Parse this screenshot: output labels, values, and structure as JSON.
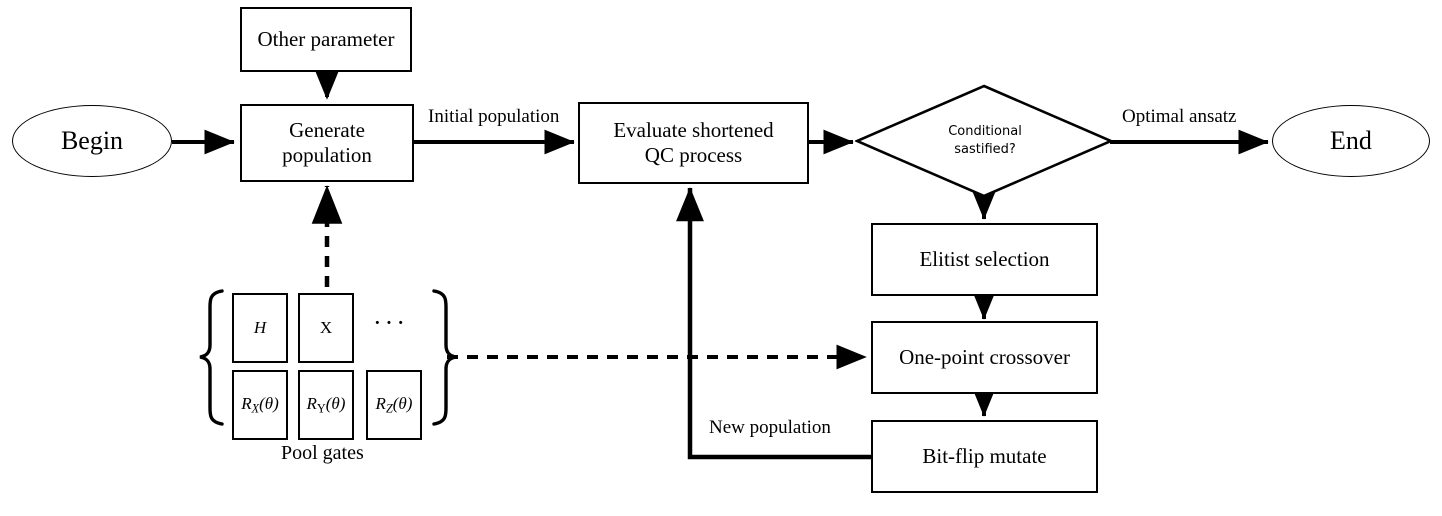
{
  "diagram": {
    "title": "Genetic algorithm quantum ansatz search flowchart",
    "type": "flowchart",
    "colors": {
      "stroke": "#000000",
      "background": "#ffffff",
      "fill": "#ffffff"
    },
    "nodes": {
      "begin": {
        "label": "Begin",
        "shape": "ellipse"
      },
      "other_parameter": {
        "label": "Other parameter",
        "shape": "rectangle"
      },
      "generate_population": {
        "label_line1": "Generate",
        "label_line2": "population",
        "shape": "rectangle"
      },
      "evaluate": {
        "label_line1": "Evaluate shortened",
        "label_line2": "QC process",
        "shape": "rectangle"
      },
      "conditional": {
        "label_line1": "Conditional",
        "label_line2": "sastified?",
        "shape": "diamond"
      },
      "end": {
        "label": "End",
        "shape": "ellipse"
      },
      "elitist_selection": {
        "label": "Elitist selection",
        "shape": "rectangle"
      },
      "one_point_crossover": {
        "label": "One-point crossover",
        "shape": "rectangle"
      },
      "bit_flip_mutate": {
        "label": "Bit-flip mutate",
        "shape": "rectangle"
      }
    },
    "edge_labels": {
      "initial_population": "Initial population",
      "optimal_ansatz": "Optimal ansatz",
      "new_population": "New population"
    },
    "pool": {
      "caption": "Pool gates",
      "ellipsis": "···",
      "gates_row1": [
        {
          "name": "hadamard-gate",
          "symbol": "H",
          "italic": true
        },
        {
          "name": "pauli-x-gate",
          "symbol": "X",
          "italic": false
        }
      ],
      "gates_row2": [
        {
          "name": "rx-gate",
          "base": "R",
          "subscript": "X",
          "arg": "(θ)",
          "sub_italic": true
        },
        {
          "name": "ry-gate",
          "base": "R",
          "subscript": "Y",
          "arg": "(θ)",
          "sub_italic": false
        },
        {
          "name": "rz-gate",
          "base": "R",
          "subscript": "Z",
          "arg": "(θ)",
          "sub_italic": true
        }
      ]
    }
  }
}
